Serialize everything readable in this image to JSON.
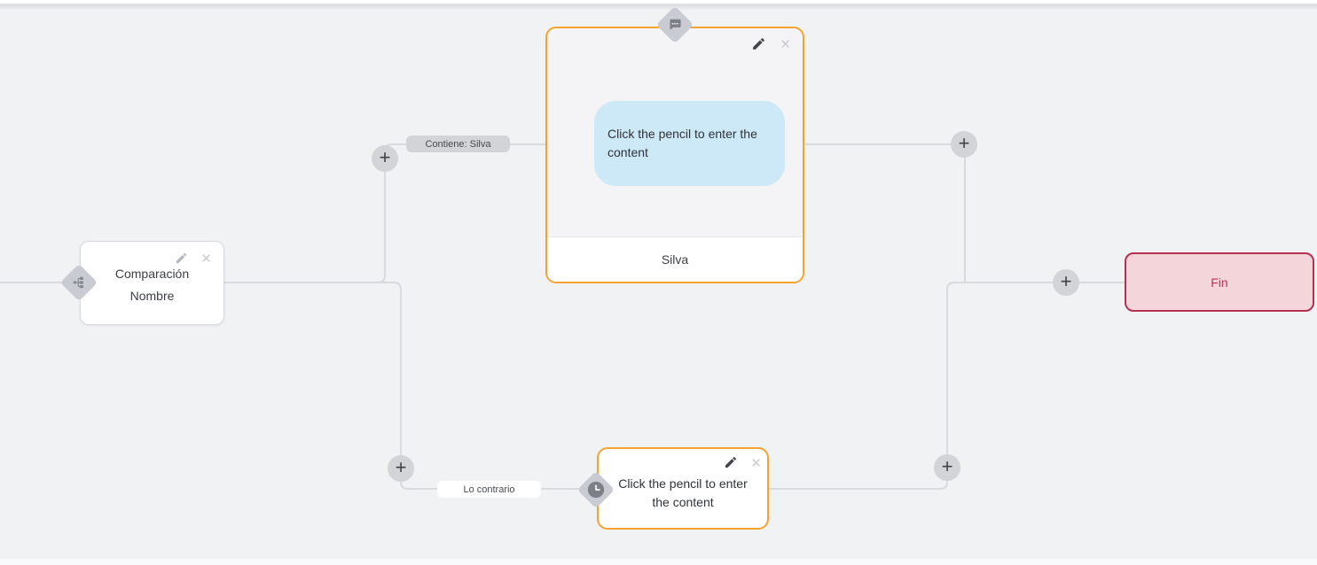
{
  "colors": {
    "background": "#f1f2f4",
    "connector": "#d9dadd",
    "orange_accent": "#f7a22e",
    "end_border": "#b43152",
    "end_background": "#f3d5da",
    "bubble_background": "#cde9f7",
    "diamond_gray": "#c9cbd2"
  },
  "icons": {
    "plus": "+",
    "close": "×"
  },
  "nodes": {
    "comparison": {
      "line1": "Comparación",
      "line2": "Nombre"
    },
    "message": {
      "placeholder": "Click the pencil to enter the content",
      "footer": "Silva"
    },
    "delay": {
      "placeholder": "Click the pencil to enter the content"
    },
    "end": {
      "label": "Fin"
    }
  },
  "edge_labels": {
    "contains": "Contiene: Silva",
    "otherwise": "Lo contrario"
  }
}
